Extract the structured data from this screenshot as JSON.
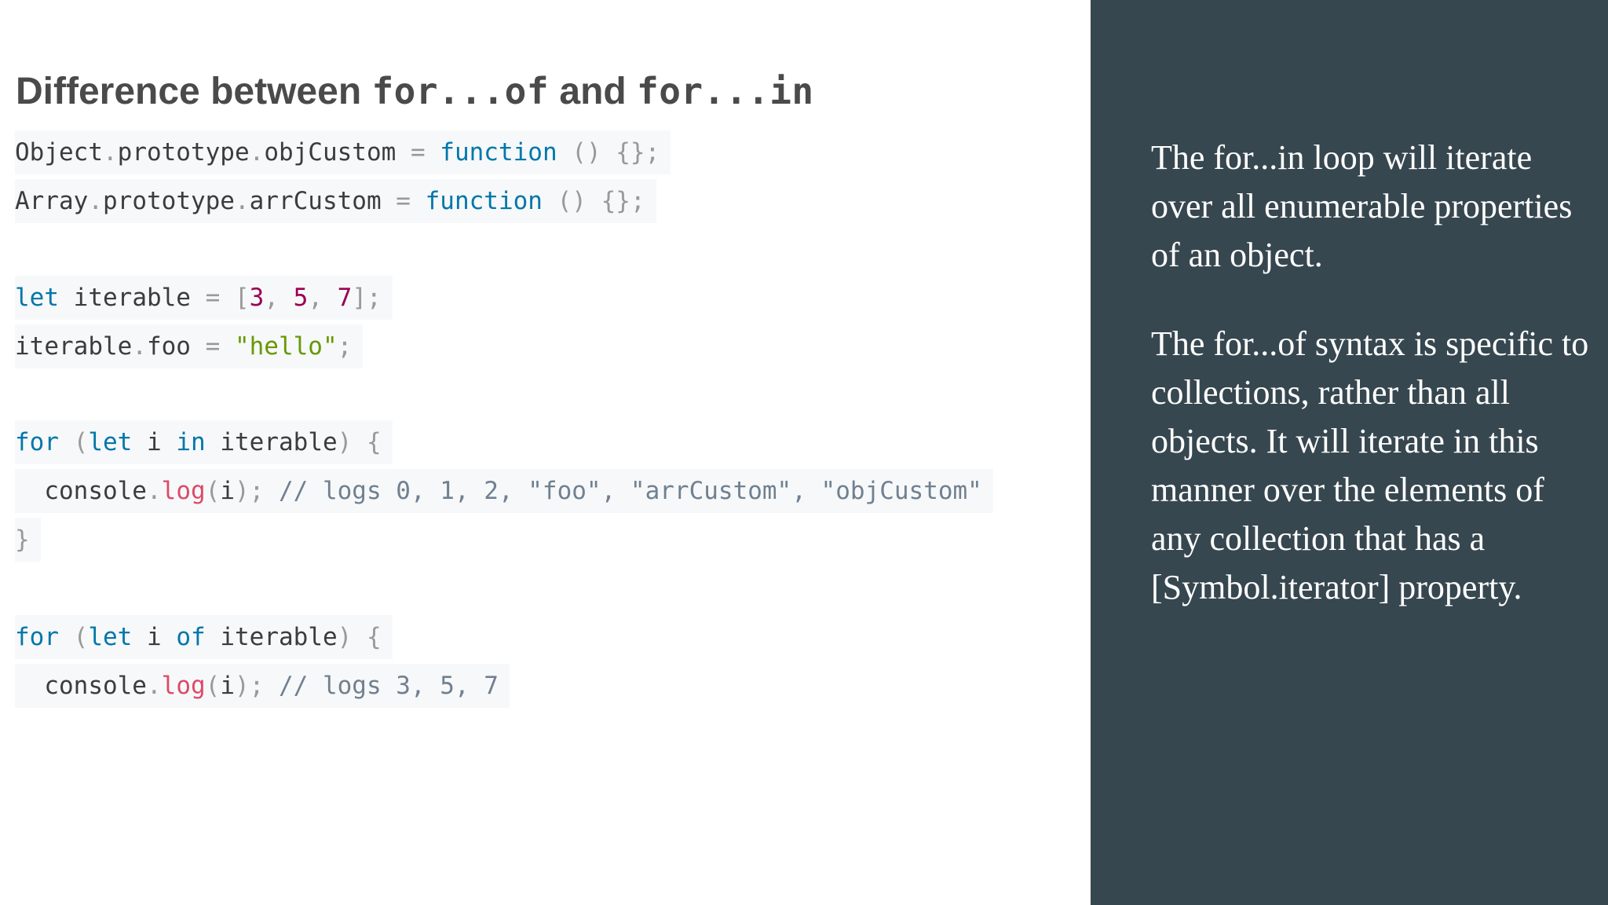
{
  "slide": {
    "title_prefix": "Difference between ",
    "title_code1": "for...of",
    "title_mid": " and ",
    "title_code2": "for...in"
  },
  "code": {
    "line1": {
      "t1": "Object",
      "p1": ".",
      "t2": "prototype",
      "p2": ".",
      "t3": "objCustom ",
      "p3": "=",
      "sp": " ",
      "kw": "function",
      "sp2": " ",
      "p4": "() {};"
    },
    "line2": {
      "t1": "Array",
      "p1": ".",
      "t2": "prototype",
      "p2": ".",
      "t3": "arrCustom ",
      "p3": "=",
      "sp": " ",
      "kw": "function",
      "sp2": " ",
      "p4": "() {};"
    },
    "line3": {
      "kw": "let",
      "t1": " iterable ",
      "p1": "=",
      "sp": " ",
      "p2": "[",
      "n1": "3",
      "p3": ", ",
      "n2": "5",
      "p4": ", ",
      "n3": "7",
      "p5": "];"
    },
    "line4": {
      "t1": "iterable",
      "p1": ".",
      "t2": "foo ",
      "p2": "=",
      "sp": " ",
      "s1": "\"hello\"",
      "p3": ";"
    },
    "line5": {
      "kw1": "for",
      "sp": " ",
      "p1": "(",
      "kw2": "let",
      "t1": " i ",
      "kw3": "in",
      "t2": " iterable",
      "p2": ")",
      "sp2": " ",
      "p3": "{"
    },
    "line6": {
      "t1": "  console",
      "p1": ".",
      "fn": "log",
      "p2": "(",
      "t2": "i",
      "p3": ");",
      "cmt": " // logs 0, 1, 2, \"foo\", \"arrCustom\", \"objCustom\""
    },
    "line7": {
      "p1": "}"
    },
    "line8": {
      "kw1": "for",
      "sp": " ",
      "p1": "(",
      "kw2": "let",
      "t1": " i ",
      "kw3": "of",
      "t2": " iterable",
      "p2": ")",
      "sp2": " ",
      "p3": "{"
    },
    "line9": {
      "t1": "  console",
      "p1": ".",
      "fn": "log",
      "p2": "(",
      "t2": "i",
      "p3": ");",
      "cmt": " // logs 3, 5, 7"
    }
  },
  "notes": {
    "para1": "The for...in loop will iterate over all enumerable properties of an object.",
    "para2": "The for...of syntax is specific to collections, rather than all objects. It will iterate in this manner over the elements of any collection that has a [Symbol.iterator] property."
  },
  "colors": {
    "sidebar": "#37474f",
    "keyword": "#0077aa",
    "number": "#990055",
    "string": "#669900",
    "function": "#dd4a68",
    "punctuation": "#999999",
    "comment": "#708090",
    "title": "#4a4a4a"
  }
}
